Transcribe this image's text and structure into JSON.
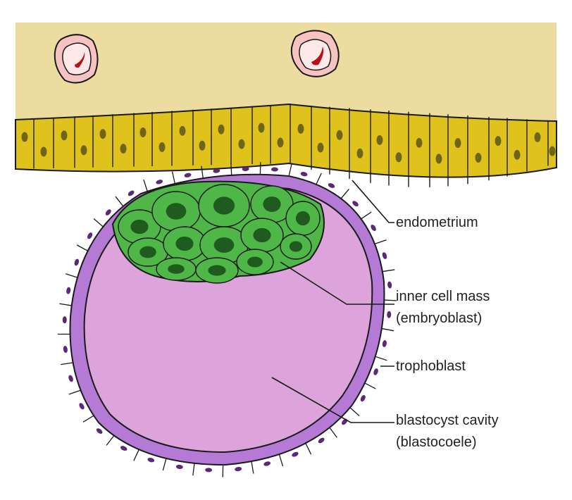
{
  "labels": {
    "endometrium": "endometrium",
    "inner_cell_mass": "inner cell mass",
    "embryoblast": "(embryoblast)",
    "trophoblast": "trophoblast",
    "blastocyst_cavity": "blastocyst cavity",
    "blastocoele": "(blastocoele)"
  },
  "colors": {
    "stroma": "#ecdc9f",
    "epithelium": "#dfc21c",
    "epithelium_nucleus": "#6f6418",
    "vessel_outer": "#f7c2c2",
    "vessel_inner": "#fde8e8",
    "blood_cell": "#b8101a",
    "trophoblast": "#b57ad6",
    "trophoblast_nucleus": "#5a2a78",
    "cavity": "#dca4da",
    "inner_cell_mass": "#4fb648",
    "icm_nucleus": "#1f5a1f",
    "outline": "#1a1a1a"
  }
}
